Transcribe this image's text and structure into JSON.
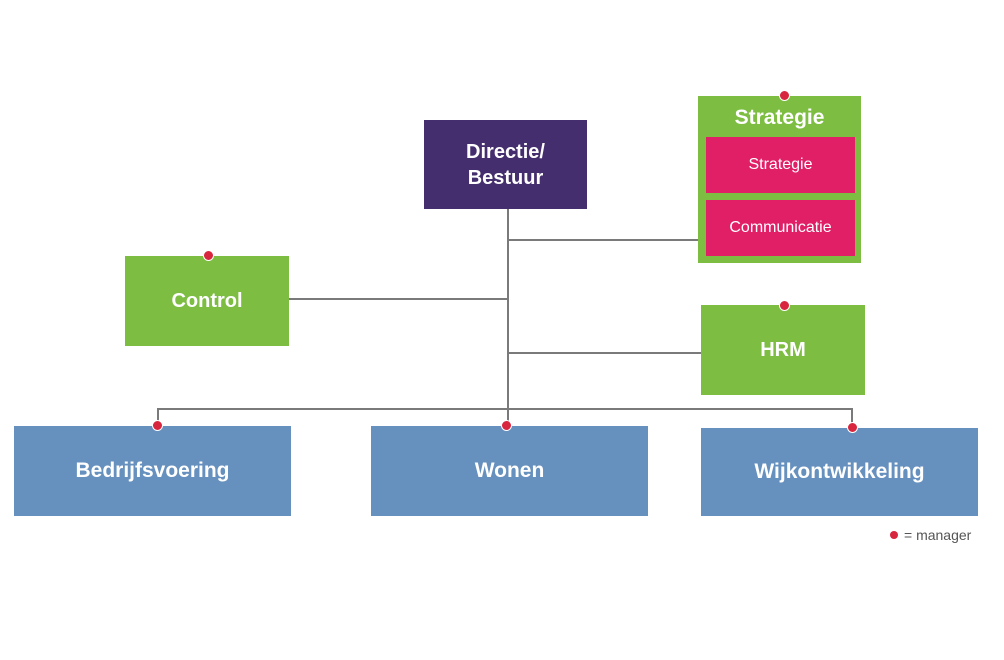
{
  "colors": {
    "directie": "#452e6d",
    "green": "#7dbd42",
    "pink": "#e01f66",
    "blue": "#6690bd",
    "manager_dot": "#d7263d",
    "connector": "#7a7a7a"
  },
  "nodes": {
    "directie": {
      "line1": "Directie/",
      "line2": "Bestuur"
    },
    "strategie_group": {
      "title": "Strategie",
      "children": [
        "Strategie",
        "Communicatie"
      ]
    },
    "control": "Control",
    "hrm": "HRM",
    "departments": [
      "Bedrijfsvoering",
      "Wonen",
      "Wijkontwikkeling"
    ]
  },
  "legend": {
    "text": "= manager"
  }
}
